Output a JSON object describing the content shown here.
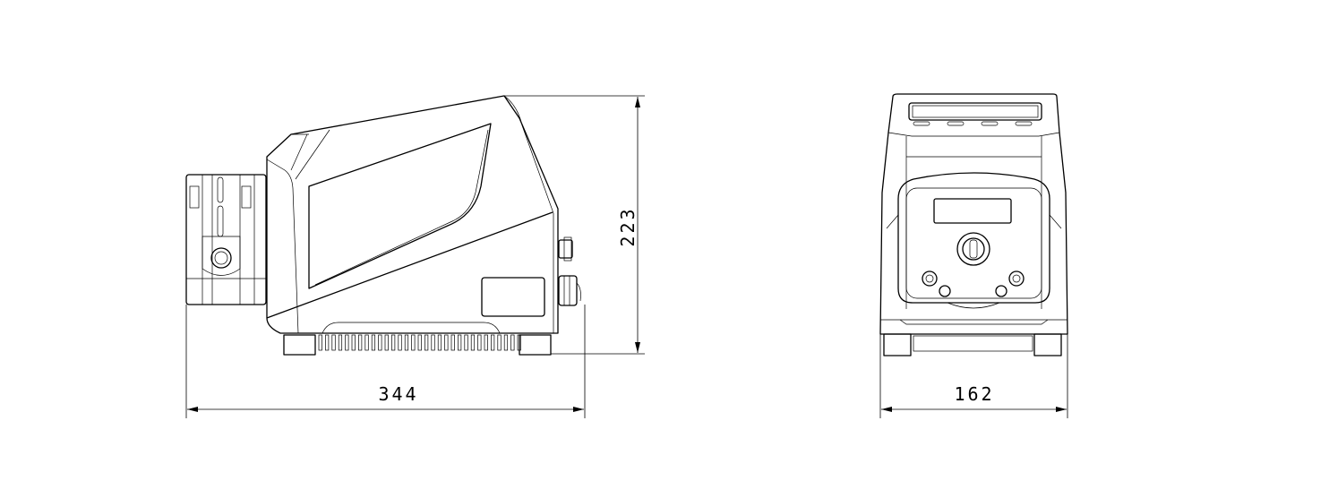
{
  "dimensions": {
    "side_length": "344",
    "side_height": "223",
    "front_width": "162"
  },
  "colors": {
    "line": "#000000",
    "background": "#ffffff"
  }
}
